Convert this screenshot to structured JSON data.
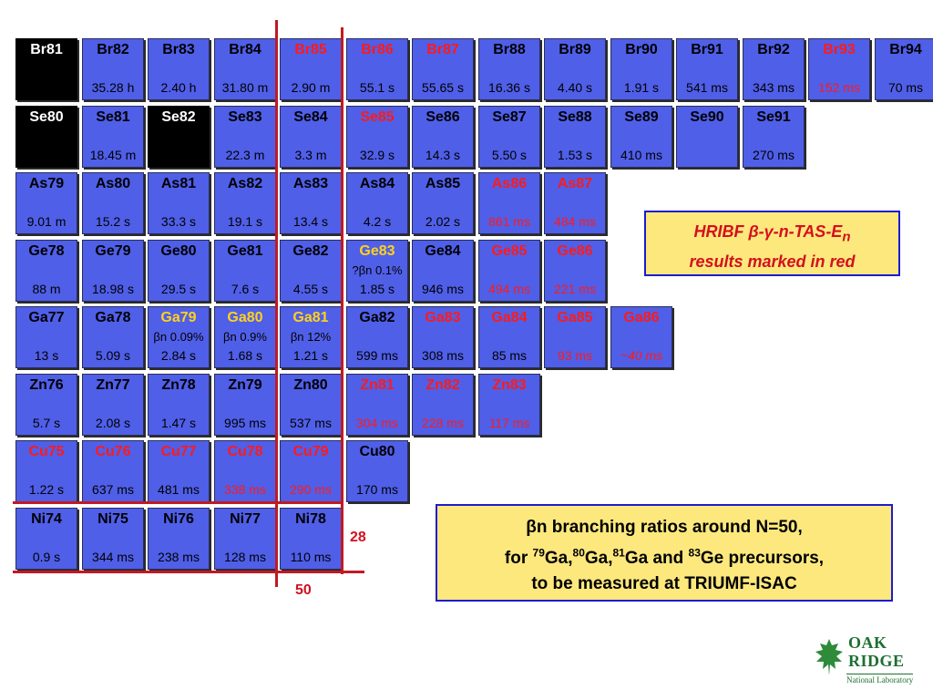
{
  "chart_data": {
    "type": "table",
    "isotopes": [
      {
        "name": "Br81",
        "half_life": "",
        "stable": true,
        "z": 35,
        "n": 46
      },
      {
        "name": "Br82",
        "half_life": "35.28 h",
        "z": 35,
        "n": 47
      },
      {
        "name": "Br83",
        "half_life": "2.40 h",
        "z": 35,
        "n": 48
      },
      {
        "name": "Br84",
        "half_life": "31.80 m",
        "z": 35,
        "n": 49
      },
      {
        "name": "Br85",
        "half_life": "2.90 m",
        "z": 35,
        "n": 50,
        "name_color": "#ff1a1a"
      },
      {
        "name": "Br86",
        "half_life": "55.1 s",
        "z": 35,
        "n": 51,
        "name_color": "#ff1a1a"
      },
      {
        "name": "Br87",
        "half_life": "55.65 s",
        "z": 35,
        "n": 52,
        "name_color": "#ff1a1a"
      },
      {
        "name": "Br88",
        "half_life": "16.36 s",
        "z": 35,
        "n": 53
      },
      {
        "name": "Br89",
        "half_life": "4.40 s",
        "z": 35,
        "n": 54
      },
      {
        "name": "Br90",
        "half_life": "1.91 s",
        "z": 35,
        "n": 55
      },
      {
        "name": "Br91",
        "half_life": "541 ms",
        "z": 35,
        "n": 56
      },
      {
        "name": "Br92",
        "half_life": "343 ms",
        "z": 35,
        "n": 57
      },
      {
        "name": "Br93",
        "half_life": "152 ms",
        "z": 35,
        "n": 58,
        "red": true
      },
      {
        "name": "Br94",
        "half_life": "70 ms",
        "z": 35,
        "n": 59
      },
      {
        "name": "Se80",
        "half_life": "",
        "stable": true,
        "z": 34,
        "n": 46
      },
      {
        "name": "Se81",
        "half_life": "18.45 m",
        "z": 34,
        "n": 47
      },
      {
        "name": "Se82",
        "half_life": "",
        "stable": true,
        "z": 34,
        "n": 48
      },
      {
        "name": "Se83",
        "half_life": "22.3 m",
        "z": 34,
        "n": 49
      },
      {
        "name": "Se84",
        "half_life": "3.3 m",
        "z": 34,
        "n": 50
      },
      {
        "name": "Se85",
        "half_life": "32.9 s",
        "z": 34,
        "n": 51,
        "name_color": "#ff1a1a"
      },
      {
        "name": "Se86",
        "half_life": "14.3 s",
        "z": 34,
        "n": 52
      },
      {
        "name": "Se87",
        "half_life": "5.50 s",
        "z": 34,
        "n": 53
      },
      {
        "name": "Se88",
        "half_life": "1.53 s",
        "z": 34,
        "n": 54
      },
      {
        "name": "Se89",
        "half_life": "410 ms",
        "z": 34,
        "n": 55
      },
      {
        "name": "Se90",
        "half_life": "",
        "z": 34,
        "n": 56
      },
      {
        "name": "Se91",
        "half_life": "270 ms",
        "z": 34,
        "n": 57
      },
      {
        "name": "As79",
        "half_life": "9.01 m",
        "z": 33,
        "n": 46
      },
      {
        "name": "As80",
        "half_life": "15.2 s",
        "z": 33,
        "n": 47
      },
      {
        "name": "As81",
        "half_life": "33.3 s",
        "z": 33,
        "n": 48
      },
      {
        "name": "As82",
        "half_life": "19.1 s",
        "z": 33,
        "n": 49
      },
      {
        "name": "As83",
        "half_life": "13.4 s",
        "z": 33,
        "n": 50
      },
      {
        "name": "As84",
        "half_life": "4.2 s",
        "z": 33,
        "n": 51
      },
      {
        "name": "As85",
        "half_life": "2.02 s",
        "z": 33,
        "n": 52
      },
      {
        "name": "As86",
        "half_life": "861 ms",
        "z": 33,
        "n": 53,
        "red": true
      },
      {
        "name": "As87",
        "half_life": "484 ms",
        "z": 33,
        "n": 54,
        "red": true
      },
      {
        "name": "Ge78",
        "half_life": "88 m",
        "z": 32,
        "n": 46
      },
      {
        "name": "Ge79",
        "half_life": "18.98 s",
        "z": 32,
        "n": 47
      },
      {
        "name": "Ge80",
        "half_life": "29.5 s",
        "z": 32,
        "n": 48
      },
      {
        "name": "Ge81",
        "half_life": "7.6 s",
        "z": 32,
        "n": 49
      },
      {
        "name": "Ge82",
        "half_life": "4.55 s",
        "z": 32,
        "n": 50
      },
      {
        "name": "Ge83",
        "half_life": "1.85 s",
        "note": "?βn 0.1%",
        "z": 32,
        "n": 51,
        "yellow": true
      },
      {
        "name": "Ge84",
        "half_life": "946 ms",
        "z": 32,
        "n": 52
      },
      {
        "name": "Ge85",
        "half_life": "494 ms",
        "z": 32,
        "n": 53,
        "red": true
      },
      {
        "name": "Ge86",
        "half_life": "221 ms",
        "z": 32,
        "n": 54,
        "red": true
      },
      {
        "name": "Ga77",
        "half_life": "13 s",
        "z": 31,
        "n": 46
      },
      {
        "name": "Ga78",
        "half_life": "5.09 s",
        "z": 31,
        "n": 47
      },
      {
        "name": "Ga79",
        "half_life": "2.84 s",
        "note": "βn 0.09%",
        "z": 31,
        "n": 48,
        "yellow": true
      },
      {
        "name": "Ga80",
        "half_life": "1.68 s",
        "note": "βn 0.9%",
        "z": 31,
        "n": 49,
        "yellow": true
      },
      {
        "name": "Ga81",
        "half_life": "1.21 s",
        "note": "βn 12%",
        "z": 31,
        "n": 50,
        "yellow": true
      },
      {
        "name": "Ga82",
        "half_life": "599 ms",
        "z": 31,
        "n": 51
      },
      {
        "name": "Ga83",
        "half_life": "308 ms",
        "z": 31,
        "n": 52,
        "name_color": "#ff1a1a"
      },
      {
        "name": "Ga84",
        "half_life": "85 ms",
        "z": 31,
        "n": 53,
        "name_color": "#ff1a1a"
      },
      {
        "name": "Ga85",
        "half_life": "93 ms",
        "z": 31,
        "n": 54,
        "red": true
      },
      {
        "name": "Ga86",
        "half_life": "~40 ms",
        "z": 31,
        "n": 55,
        "red": true,
        "italic": true
      },
      {
        "name": "Zn76",
        "half_life": "5.7 s",
        "z": 30,
        "n": 46
      },
      {
        "name": "Zn77",
        "half_life": "2.08 s",
        "z": 30,
        "n": 47
      },
      {
        "name": "Zn78",
        "half_life": "1.47 s",
        "z": 30,
        "n": 48
      },
      {
        "name": "Zn79",
        "half_life": "995 ms",
        "z": 30,
        "n": 49
      },
      {
        "name": "Zn80",
        "half_life": "537 ms",
        "z": 30,
        "n": 50
      },
      {
        "name": "Zn81",
        "half_life": "304 ms",
        "z": 30,
        "n": 51,
        "red": true
      },
      {
        "name": "Zn82",
        "half_life": "228 ms",
        "z": 30,
        "n": 52,
        "red": true
      },
      {
        "name": "Zn83",
        "half_life": "117 ms",
        "z": 30,
        "n": 53,
        "red": true
      },
      {
        "name": "Cu75",
        "half_life": "1.22 s",
        "z": 29,
        "n": 46,
        "name_color": "#ff1a1a"
      },
      {
        "name": "Cu76",
        "half_life": "637 ms",
        "z": 29,
        "n": 47,
        "name_color": "#ff1a1a"
      },
      {
        "name": "Cu77",
        "half_life": "481 ms",
        "z": 29,
        "n": 48,
        "name_color": "#ff1a1a"
      },
      {
        "name": "Cu78",
        "half_life": "338 ms",
        "z": 29,
        "n": 49,
        "red": true
      },
      {
        "name": "Cu79",
        "half_life": "290 ms",
        "z": 29,
        "n": 50,
        "red": true
      },
      {
        "name": "Cu80",
        "half_life": "170 ms",
        "z": 29,
        "n": 51
      },
      {
        "name": "Ni74",
        "half_life": "0.9 s",
        "z": 28,
        "n": 46
      },
      {
        "name": "Ni75",
        "half_life": "344 ms",
        "z": 28,
        "n": 47
      },
      {
        "name": "Ni76",
        "half_life": "238 ms",
        "z": 28,
        "n": 48
      },
      {
        "name": "Ni77",
        "half_life": "128 ms",
        "z": 28,
        "n": 49
      },
      {
        "name": "Ni78",
        "half_life": "110 ms",
        "z": 28,
        "n": 50
      }
    ],
    "magic_numbers": {
      "proton": "28",
      "neutron": "50"
    },
    "highlight_color": "#ff1a1a",
    "precursor_color": "#ffd21a",
    "cell_color": "#4f5fe8",
    "stable_color": "#000000",
    "line_color": "#c01a24"
  },
  "legend_box": {
    "line1": "HRIBF β-γ-n-TAS-E",
    "line1_sub": "n",
    "line2": "results marked in red"
  },
  "info_box": {
    "line1": "βn  branching ratios around N=50,",
    "line2_for": "for ",
    "sup1": "79",
    "el1": "Ga,",
    "sup2": "80",
    "el2": "Ga,",
    "sup3": "81",
    "el3": "Ga and ",
    "sup4": "83",
    "el4": "Ge precursors,",
    "line3": "to be measured at TRIUMF-ISAC"
  },
  "logo": {
    "line1": "OAK",
    "line2": "RIDGE",
    "subtitle": "National Laboratory"
  }
}
